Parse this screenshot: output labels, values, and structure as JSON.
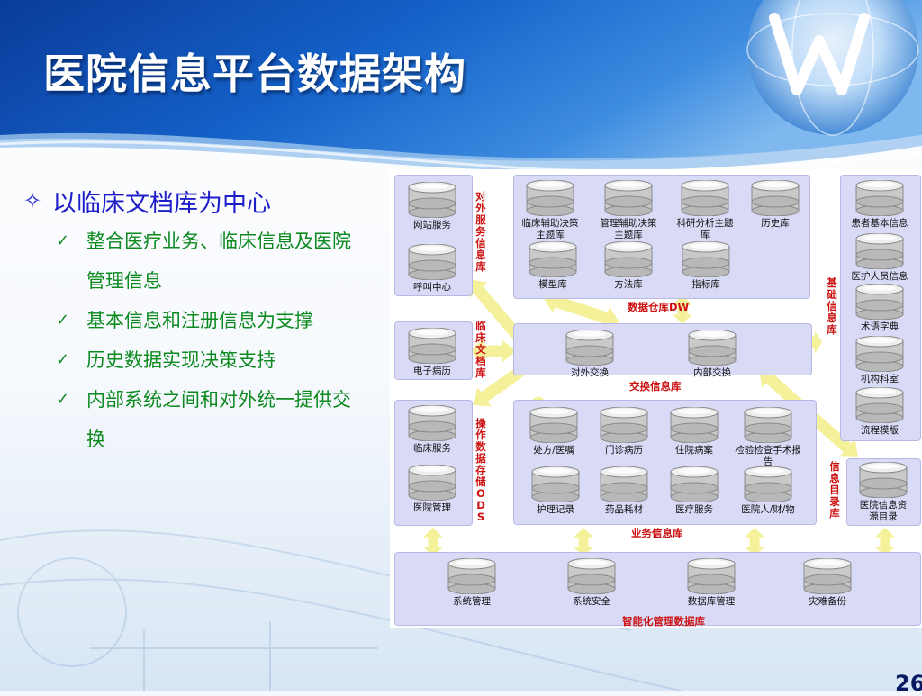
{
  "slide": {
    "title": "医院信息平台数据架构",
    "main_bullet": "以临床文档库为中心",
    "sub_bullets": [
      "整合医疗业务、临床信息及医院管理信息",
      "基本信息和注册信息为支撑",
      "历史数据实现决策支持",
      "内部系统之间和对外统一提供交换"
    ],
    "page_number": "26"
  },
  "diagram": {
    "external": [
      "网站服务",
      "呼叫中心"
    ],
    "external_label": "对外服务信息库",
    "dw": {
      "items": [
        "临床辅助决策主题库",
        "管理辅助决策主题库",
        "科研分析主题库",
        "历史库",
        "模型库",
        "方法库",
        "指标库"
      ],
      "label": "数据仓库DW"
    },
    "base": {
      "items": [
        "患者基本信息",
        "医护人员信息",
        "术语字典",
        "机构科室",
        "流程模版"
      ],
      "label": "基础信息库"
    },
    "emr": [
      "电子病历"
    ],
    "emr_label": "临床文档库",
    "exchange": {
      "items": [
        "对外交换",
        "内部交换"
      ],
      "label": "交换信息库"
    },
    "ods": [
      "临床服务",
      "医院管理"
    ],
    "ods_label": "操作数据存储ODS",
    "business": {
      "items": [
        "处方/医嘱",
        "门诊病历",
        "住院病案",
        "检验检查手术报告",
        "护理记录",
        "药品耗材",
        "医疗服务",
        "医院人/财/物"
      ],
      "label": "业务信息库"
    },
    "catalog": [
      "医院信息资源目录"
    ],
    "catalog_label": "信息目录库",
    "mgmt": {
      "items": [
        "系统管理",
        "系统安全",
        "数据库管理",
        "灾难备份"
      ],
      "label": "智能化管理数据库"
    }
  },
  "colors": {
    "title": "#ffffff",
    "main_bullet": "#1e1ec8",
    "sub_bullet": "#0c8a20",
    "panel": "#d9daf6",
    "arrow": "#f5f09a",
    "panel_label": "#cc1010"
  }
}
